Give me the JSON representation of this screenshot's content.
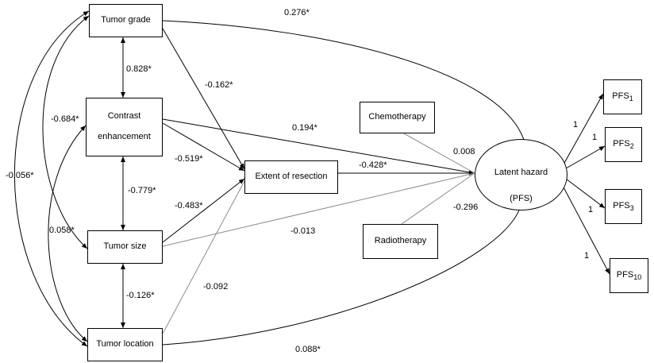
{
  "nodes": {
    "tumor_grade": "Tumor grade",
    "contrast_line1": "Contrast",
    "contrast_line2": "enhancement",
    "tumor_size": "Tumor size",
    "tumor_location": "Tumor location",
    "extent_of_resection": "Extent of resection",
    "chemotherapy": "Chemotherapy",
    "radiotherapy": "Radiotherapy",
    "latent_hazard_line1": "Latent hazard",
    "latent_hazard_line2": "(PFS)",
    "pfs_base": "PFS",
    "pfs1_sub": "1",
    "pfs2_sub": "2",
    "pfs3_sub": "3",
    "pfs10_sub": "10"
  },
  "coefficients": {
    "grade_to_hazard": "0.276*",
    "grade_contrast": "0.828*",
    "grade_to_eor": "-0.162*",
    "grade_size": "-0.684*",
    "grade_location": "-0.056*",
    "contrast_to_hazard": "0.194*",
    "contrast_to_eor": "-0.519*",
    "contrast_size": "-0.779*",
    "contrast_location": "0.058*",
    "size_to_eor": "-0.483*",
    "size_to_hazard": "-0.013",
    "size_location": "-0.126*",
    "location_to_eor": "-0.092",
    "location_to_hazard": "0.088*",
    "eor_to_hazard": "-0.428*",
    "chemo_to_hazard": "0.008",
    "radio_to_hazard": "-0.296",
    "hazard_pfs1": "1",
    "hazard_pfs2": "1",
    "hazard_pfs3": "1",
    "hazard_pfs10": "1"
  },
  "colors": {
    "strong_path": "#000000",
    "weak_path": "#8c8c8c"
  }
}
